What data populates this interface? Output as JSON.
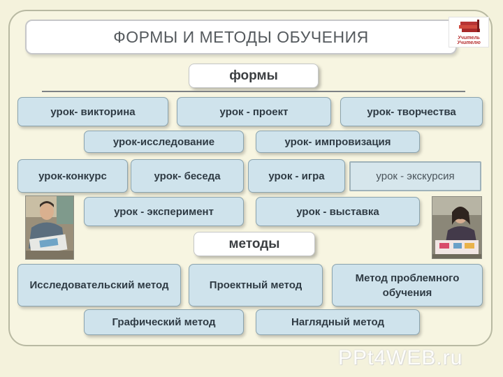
{
  "title": "ФОРМЫ И МЕТОДЫ ОБУЧЕНИЯ",
  "logo": {
    "text": "Учитель Учителю",
    "icon": "books-icon"
  },
  "forms": {
    "header": "формы",
    "items": [
      "урок- викторина",
      "урок - проект",
      "урок- творчества",
      "урок-исследование",
      "урок- импровизация",
      "урок-конкурс",
      "урок- беседа",
      "урок - игра",
      "урок - экскурсия",
      "урок - эксперимент",
      "урок - выставка"
    ]
  },
  "methods": {
    "header": "методы",
    "items": [
      "Исследовательский метод",
      "Проектный метод",
      "Метод проблемного обучения",
      "Графический метод",
      "Наглядный метод"
    ]
  },
  "photos": [
    "student-photo-left",
    "student-photo-right"
  ],
  "watermark": "PPt4WEB.ru",
  "colors": {
    "box_fill": "#cfe3ec",
    "box_border": "#8aa3ae",
    "background": "#f4f2dc"
  }
}
